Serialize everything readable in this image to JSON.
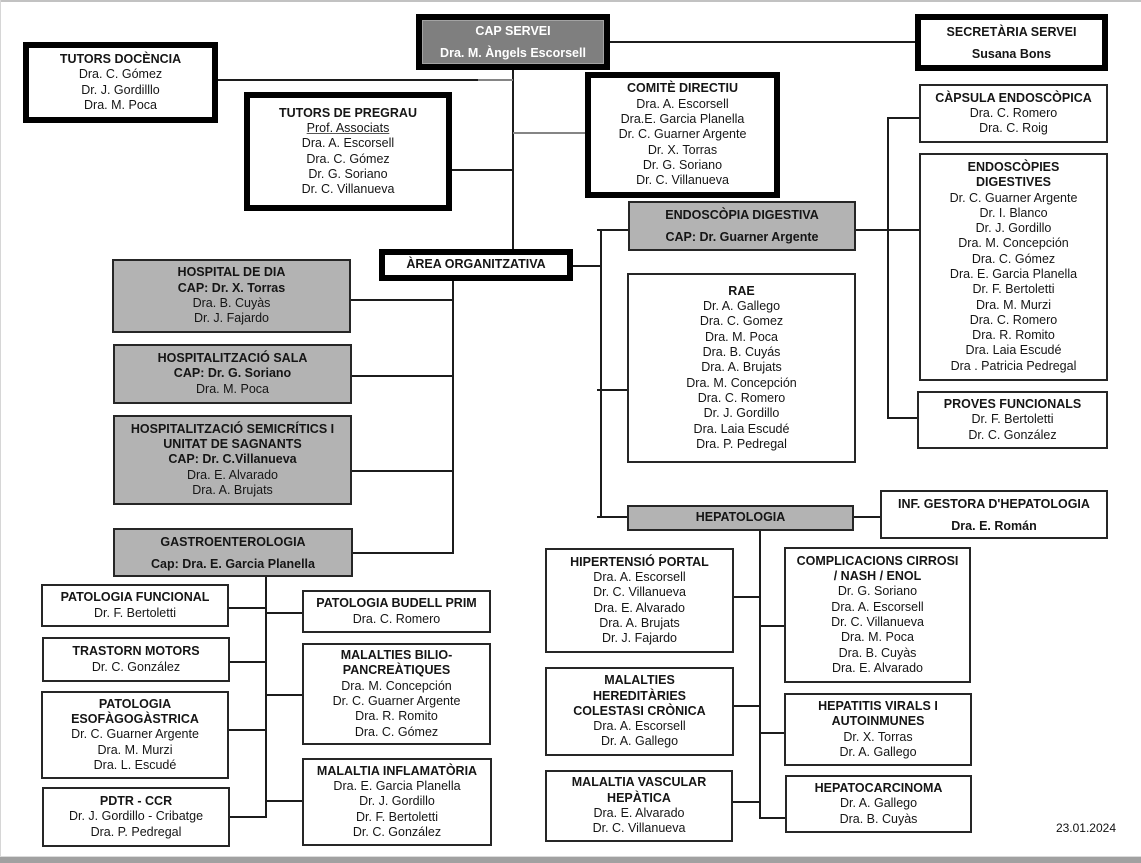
{
  "colors": {
    "head-fill": "#7f7f7f",
    "unit-fill": "#b3b3b3"
  },
  "org": {
    "cap_servei": {
      "title": "CAP SERVEI",
      "head": "Dra. M. Àngels Escorsell"
    },
    "secretaria": {
      "title": "SECRETÀRIA SERVEI",
      "head": "Susana Bons"
    },
    "tutors_docencia": {
      "title": "TUTORS DOCÈNCIA",
      "members": [
        "Dra. C. Gómez",
        "Dr. J. Gordilllo",
        "Dra. M. Poca"
      ]
    },
    "tutors_pregrau": {
      "title": "TUTORS DE PREGRAU",
      "subtitle": "Prof. Associats",
      "members": [
        "Dra. A. Escorsell",
        "Dra. C. Gómez",
        "Dr. G. Soriano",
        "Dr. C. Villanueva"
      ]
    },
    "comite_directiu": {
      "title": "COMITÈ DIRECTIU",
      "members": [
        "Dra. A. Escorsell",
        "Dra.E. Garcia Planella",
        "Dr. C. Guarner Argente",
        "Dr. X. Torras",
        "Dr. G. Soriano",
        "Dr. C. Villanueva"
      ]
    },
    "area": {
      "title": "ÀREA ORGANITZATIVA",
      "hospital_de_dia": {
        "title": "HOSPITAL DE DIA",
        "head": "CAP: Dr. X. Torras",
        "members": [
          "Dra. B. Cuyàs",
          "Dr. J. Fajardo"
        ]
      },
      "hospitalitzacio_sala": {
        "title": "HOSPITALITZACIÓ SALA",
        "head": "CAP: Dr. G. Soriano",
        "members": [
          "Dra. M. Poca"
        ]
      },
      "semicritics": {
        "title_lines": [
          "HOSPITALITZACIÓ SEMICRÍTICS I",
          "UNITAT DE SAGNANTS"
        ],
        "head": "CAP: Dr. C.Villanueva",
        "members": [
          "Dra. E. Alvarado",
          "Dra. A. Brujats"
        ]
      },
      "gastro": {
        "title": "GASTROENTEROLOGIA",
        "head": "Cap: Dra. E. Garcia Planella",
        "units": {
          "patologia_funcional": {
            "title": "PATOLOGIA FUNCIONAL",
            "members": [
              "Dr. F. Bertoletti"
            ]
          },
          "trastorn_motors": {
            "title": "TRASTORN MOTORS",
            "members": [
              "Dr. C. González"
            ]
          },
          "esofagogastrica": {
            "title_lines": [
              "PATOLOGIA",
              "ESOFÀGOGÀSTRICA"
            ],
            "members": [
              "Dr. C. Guarner Argente",
              "Dra. M. Murzi",
              "Dra. L. Escudé"
            ]
          },
          "pdtr_ccr": {
            "title": "PDTR - CCR",
            "members": [
              "Dr. J. Gordillo - Cribatge",
              "Dra. P. Pedregal"
            ]
          },
          "budell_prim": {
            "title": "PATOLOGIA BUDELL PRIM",
            "members": [
              "Dra. C. Romero"
            ]
          },
          "bilio_pancreatiques": {
            "title_lines": [
              "MALALTIES BILIO-",
              "PANCREÀTIQUES"
            ],
            "members": [
              "Dra. M. Concepción",
              "Dr. C. Guarner Argente",
              "Dra. R. Romito",
              "Dra. C. Gómez"
            ]
          },
          "inflamatoria": {
            "title": "MALALTIA INFLAMATÒRIA",
            "members": [
              "Dra. E. Garcia Planella",
              "Dr. J. Gordillo",
              "Dr. F. Bertoletti",
              "Dr. C. González"
            ]
          }
        }
      },
      "endoscopia": {
        "title": "ENDOSCÒPIA DIGESTIVA",
        "head": "CAP: Dr. Guarner Argente",
        "units": {
          "capsula": {
            "title": "CÀPSULA ENDOSCÒPICA",
            "members": [
              "Dra. C. Romero",
              "Dra. C. Roig"
            ]
          },
          "endoscopies": {
            "title_lines": [
              "ENDOSCÒPIES",
              "DIGESTIVES"
            ],
            "members": [
              "Dr. C. Guarner Argente",
              "Dr. I. Blanco",
              "Dr. J. Gordillo",
              "Dra. M. Concepción",
              "Dra. C. Gómez",
              "Dra. E. Garcia Planella",
              "Dr. F. Bertoletti",
              "Dra. M. Murzi",
              "Dra. C. Romero",
              "Dra. R. Romito",
              "Dra. Laia Escudé",
              "Dra . Patricia Pedregal"
            ]
          },
          "proves_funcionals": {
            "title": "PROVES FUNCIONALS",
            "members": [
              "Dr. F. Bertoletti",
              "Dr. C. González"
            ]
          }
        }
      },
      "rae": {
        "title": "RAE",
        "members": [
          "Dr. A. Gallego",
          "Dra. C. Gomez",
          "Dra. M. Poca",
          "Dra. B. Cuyás",
          "Dra. A. Brujats",
          "Dra. M. Concepción",
          "Dra. C. Romero",
          "Dr. J. Gordillo",
          "Dra. Laia Escudé",
          "Dra. P. Pedregal"
        ]
      },
      "hepato": {
        "title": "HEPATOLOGIA",
        "inf_gestora": {
          "title": "INF. GESTORA D'HEPATOLOGIA",
          "head": "Dra. E. Román"
        },
        "units": {
          "hipertensio_portal": {
            "title": "HIPERTENSIÓ PORTAL",
            "members": [
              "Dra. A. Escorsell",
              "Dr. C. Villanueva",
              "Dra. E. Alvarado",
              "Dra. A. Brujats",
              "Dr. J. Fajardo"
            ]
          },
          "complicacions_cirrosi": {
            "title_lines": [
              "COMPLICACIONS CIRROSI",
              "/ NASH / ENOL"
            ],
            "members": [
              "Dr. G. Soriano",
              "Dra. A. Escorsell",
              "Dr. C. Villanueva",
              "Dra. M. Poca",
              "Dra. B. Cuyàs",
              "Dra. E. Alvarado"
            ]
          },
          "hereditaries": {
            "title_lines": [
              "MALALTIES",
              "HEREDITÀRIES",
              "COLESTASI CRÒNICA"
            ],
            "members": [
              "Dra. A. Escorsell",
              "Dr. A. Gallego"
            ]
          },
          "hepatitis": {
            "title_lines": [
              "HEPATITIS VIRALS I",
              "AUTOINMUNES"
            ],
            "members": [
              "Dr. X. Torras",
              "Dr. A. Gallego"
            ]
          },
          "vascular": {
            "title_lines": [
              "MALALTIA VASCULAR",
              "HEPÀTICA"
            ],
            "members": [
              "Dra. E. Alvarado",
              "Dr. C. Villanueva"
            ]
          },
          "hepatocarcinoma": {
            "title": "HEPATOCARCINOMA",
            "members": [
              "Dr. A. Gallego",
              "Dra. B. Cuyàs"
            ]
          }
        }
      }
    }
  },
  "footer": {
    "date": "23.01.2024"
  }
}
